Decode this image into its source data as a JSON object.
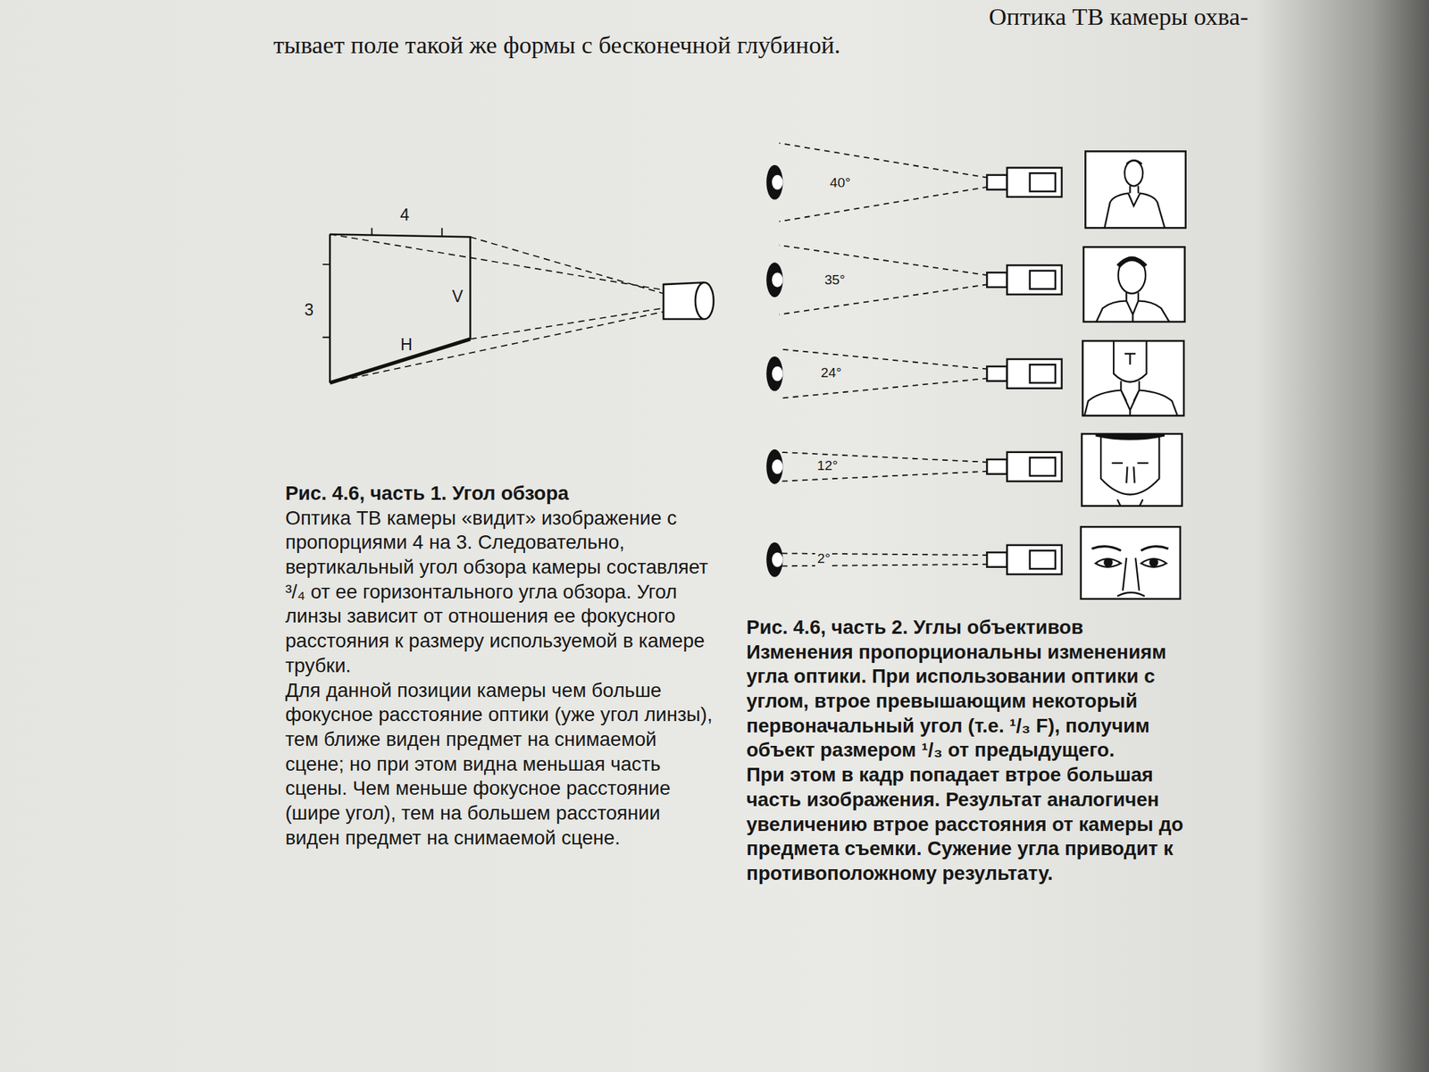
{
  "diagram": {
    "labels": [
      "Оптика ТВ камеры охва-",
      "тывает поле такой же формы с бесконечной глубиной.",
      "4",
      "3",
      "V",
      "H",
      "40°",
      "35°",
      "24°",
      "12°",
      "2°",
      "Рис. 4.6, часть 1. Угол обзора",
      "Оптика ТВ камеры «видит» изображение с пропорциями 4 на 3. Следовательно, вертикальный угол обзора камеры составляет ³/₄ от ее горизонтального угла обзора. Угол линзы зависит от отношения ее фокусного расстояния к размеру используемой в камере трубки.",
      "Для данной позиции камеры чем больше фокусное расстояние оптики (уже угол линзы), тем ближе виден предмет на снимаемой сцене; но при этом видна меньшая часть сцены. Чем меньше фокусное расстояние (шире угол), тем на большем расстоянии виден предмет на снимаемой сцене.",
      "Рис. 4.6, часть 2. Углы объективов",
      "Изменения пропорциональны изменениям угла оптики. При использовании оптики с углом, втрое превышающим некоторый первоначальный угол (т.е. ¹/₃ F), получим объект размером ¹/₃ от предыдущего.",
      "При этом в кадр попадает втрое большая часть изображения. Результат аналогичен увеличению втрое расстояния от камеры до предмета съемки. Сужение угла приводит к противоположному результату."
    ]
  }
}
